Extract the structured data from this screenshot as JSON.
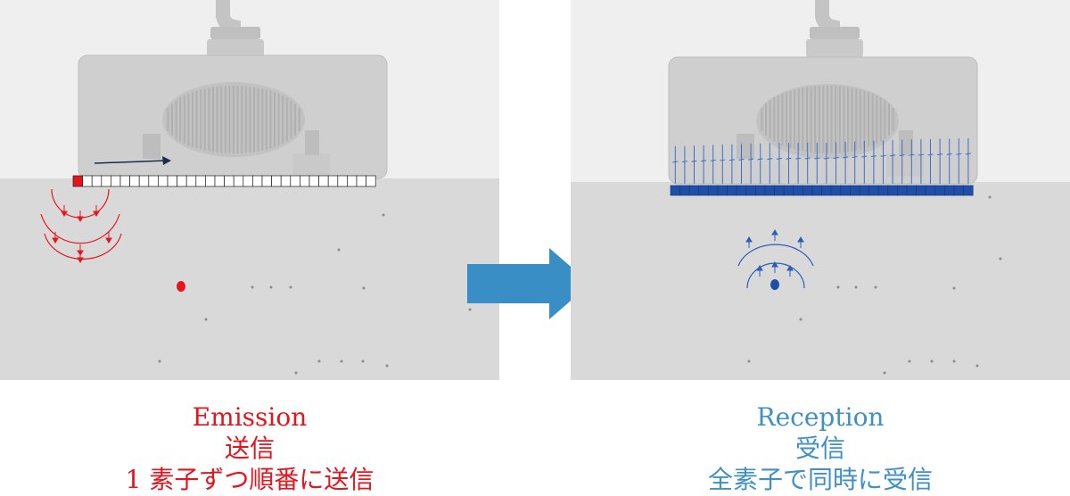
{
  "emission": {
    "title": "Emission",
    "subtitle": "送信",
    "description": "1 素子ずつ順番に送信",
    "color": "#e8141b"
  },
  "reception": {
    "title": "Reception",
    "subtitle": "受信",
    "description": "全素子で同時に受信",
    "color": "#3f8fc8"
  },
  "arrow_color": "#3a8ec6",
  "probe": {
    "element_count": 32,
    "active_element_index": 0
  },
  "icons": {
    "transition": "arrow-right-icon",
    "target": "defect-dot-icon"
  }
}
